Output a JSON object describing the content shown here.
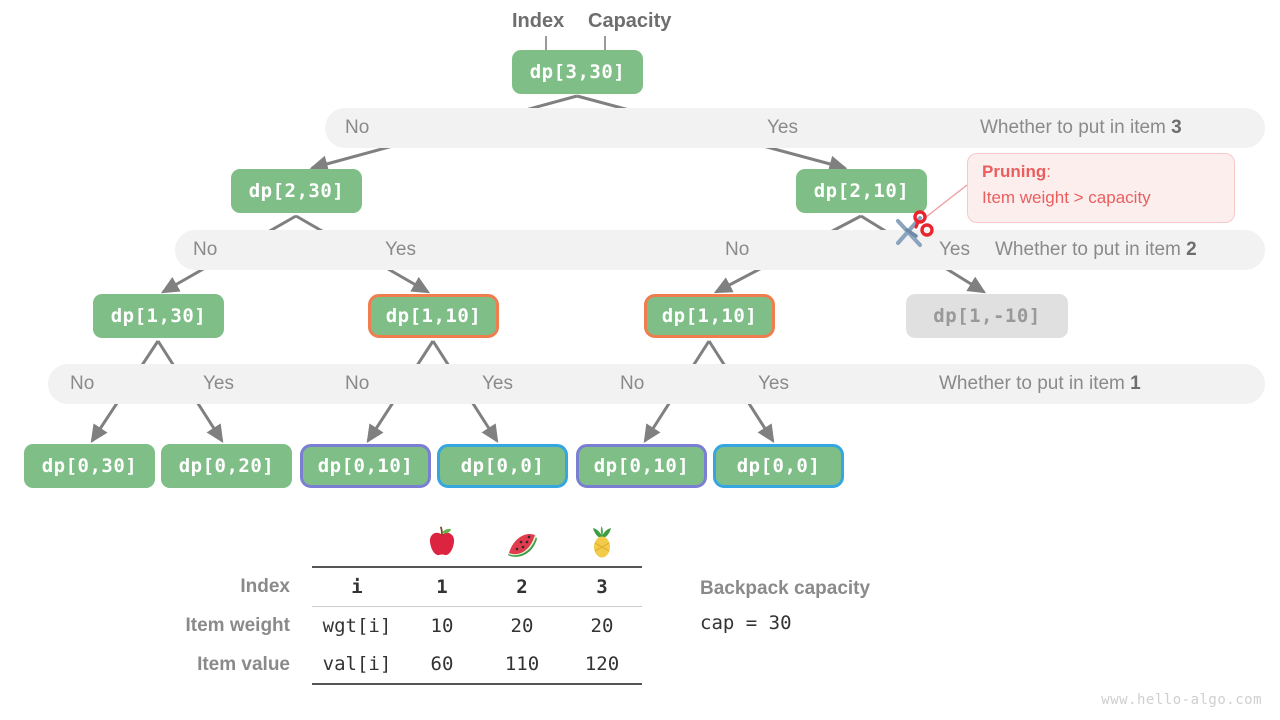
{
  "meta": {
    "watermark": "www.hello-algo.com"
  },
  "header": {
    "index_label": "Index",
    "capacity_label": "Capacity"
  },
  "colors": {
    "node_green": "#7fbf87",
    "node_muted_bg": "#e0e0e0",
    "node_muted_text": "#999999",
    "border_orange": "#ef7d4e",
    "border_purple": "#7b7fd1",
    "border_blue": "#35a6e0",
    "bar_bg": "#f2f2f2",
    "edge_grey": "#808080",
    "pruning_red": "#ea5e5e",
    "pruning_bg": "#fdeeee",
    "pruning_border": "#f6c9c9",
    "scissors_handle": "#e8252e",
    "scissors_blade": "#8aa4be",
    "watermark": "#cfcfcf"
  },
  "tree": {
    "levels": [
      {
        "bar": {
          "no_label": "No",
          "yes_label": "Yes",
          "right_label_prefix": "Whether to put in item ",
          "right_label_item": "3"
        }
      },
      {
        "bar": {
          "no_label_1": "No",
          "yes_label_1": "Yes",
          "no_label_2": "No",
          "yes_label_2": "Yes",
          "right_label_prefix": "Whether to put in item ",
          "right_label_item": "2"
        }
      },
      {
        "bar": {
          "no_label_1": "No",
          "yes_label_1": "Yes",
          "no_label_2": "No",
          "yes_label_2": "Yes",
          "no_label_3": "No",
          "yes_label_3": "Yes",
          "right_label_prefix": "Whether to put in item ",
          "right_label_item": "1"
        }
      }
    ],
    "nodes": {
      "root": "dp[3,30]",
      "l2_left": "dp[2,30]",
      "l2_right": "dp[2,10]",
      "l3_a": "dp[1,30]",
      "l3_b": "dp[1,10]",
      "l3_c": "dp[1,10]",
      "l3_d": "dp[1,-10]",
      "l4_a": "dp[0,30]",
      "l4_b": "dp[0,20]",
      "l4_c": "dp[0,10]",
      "l4_d": "dp[0,0]",
      "l4_e": "dp[0,10]",
      "l4_f": "dp[0,0]"
    }
  },
  "pruning": {
    "title": "Pruning",
    "title_suffix": ":",
    "body": "Item weight > capacity"
  },
  "table": {
    "fruits": [
      "apple-icon",
      "watermelon-icon",
      "pineapple-icon"
    ],
    "rows": [
      {
        "label": "Index",
        "key": "i",
        "values": [
          "1",
          "2",
          "3"
        ]
      },
      {
        "label": "Item weight",
        "key": "wgt[i]",
        "values": [
          "10",
          "20",
          "20"
        ]
      },
      {
        "label": "Item value",
        "key": "val[i]",
        "values": [
          "60",
          "110",
          "120"
        ]
      }
    ]
  },
  "capacity_note": {
    "title": "Backpack capacity",
    "value": "cap = 30"
  }
}
